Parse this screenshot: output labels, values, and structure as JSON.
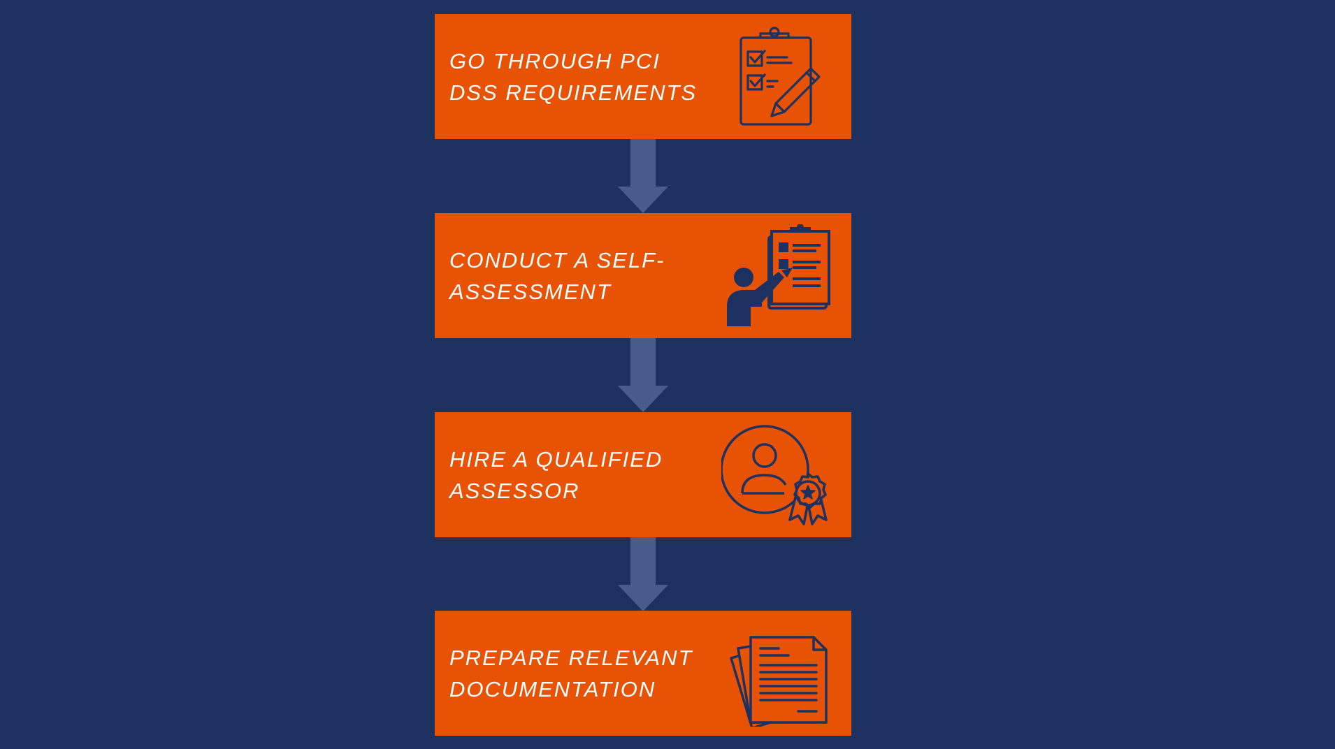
{
  "colors": {
    "background": "#1c3160",
    "box": "#e75204",
    "arrow": "#485c8c",
    "icon": "#1c3160",
    "text": "#ffffff"
  },
  "steps": [
    {
      "line1": "GO THROUGH PCI",
      "line2": "DSS REQUIREMENTS",
      "icon": "clipboard-checklist-pencil-icon"
    },
    {
      "line1": "CONDUCT A SELF-",
      "line2": "ASSESSMENT",
      "icon": "person-presenting-checklist-icon"
    },
    {
      "line1": "HIRE A QUALIFIED",
      "line2": "ASSESSOR",
      "icon": "person-award-badge-icon"
    },
    {
      "line1": "PREPARE RELEVANT",
      "line2": "DOCUMENTATION",
      "icon": "document-stack-icon"
    }
  ]
}
